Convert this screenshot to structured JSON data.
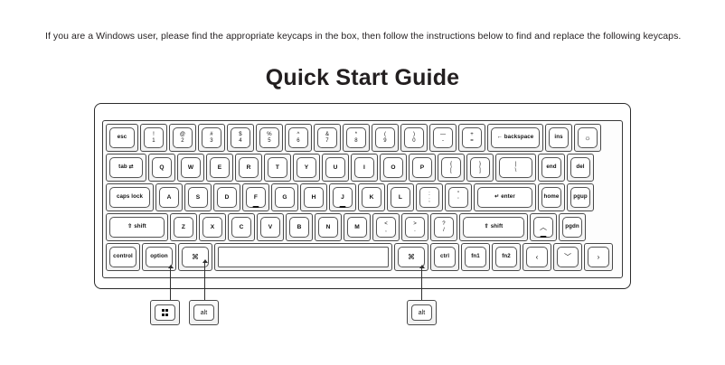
{
  "instruction": "If you are a Windows user, please  find the appropriate keycaps in the box, then follow the instructions below to find and replace the following keycaps.",
  "title": "Quick Start Guide",
  "keyboard": {
    "rows": [
      {
        "name": "number-row",
        "keys": [
          {
            "name": "esc",
            "type": "word",
            "label": "esc",
            "w": 36
          },
          {
            "name": "1",
            "type": "two",
            "upper": "!",
            "lower": "1",
            "w": 30
          },
          {
            "name": "2",
            "type": "two",
            "upper": "@",
            "lower": "2",
            "w": 30
          },
          {
            "name": "3",
            "type": "two",
            "upper": "#",
            "lower": "3",
            "w": 30
          },
          {
            "name": "4",
            "type": "two",
            "upper": "$",
            "lower": "4",
            "w": 30
          },
          {
            "name": "5",
            "type": "two",
            "upper": "%",
            "lower": "5",
            "w": 30
          },
          {
            "name": "6",
            "type": "two",
            "upper": "^",
            "lower": "6",
            "w": 30
          },
          {
            "name": "7",
            "type": "two",
            "upper": "&",
            "lower": "7",
            "w": 30
          },
          {
            "name": "8",
            "type": "two",
            "upper": "*",
            "lower": "8",
            "w": 30
          },
          {
            "name": "9",
            "type": "two",
            "upper": "(",
            "lower": "9",
            "w": 30
          },
          {
            "name": "0",
            "type": "two",
            "upper": ")",
            "lower": "0",
            "w": 30
          },
          {
            "name": "minus",
            "type": "two",
            "upper": "—",
            "lower": "-",
            "w": 30
          },
          {
            "name": "equal",
            "type": "two",
            "upper": "+",
            "lower": "=",
            "w": 30
          },
          {
            "name": "backspace",
            "type": "word",
            "label": "← backspace",
            "w": 62
          },
          {
            "name": "ins",
            "type": "word",
            "label": "ins",
            "w": 30
          },
          {
            "name": "backlight",
            "type": "glyph",
            "label": "☼",
            "w": 30
          }
        ]
      },
      {
        "name": "tab-row",
        "keys": [
          {
            "name": "tab",
            "type": "word",
            "label": "tab ⇄",
            "w": 45
          },
          {
            "name": "q",
            "type": "single",
            "label": "Q",
            "w": 30
          },
          {
            "name": "w",
            "type": "single",
            "label": "W",
            "w": 30
          },
          {
            "name": "e",
            "type": "single",
            "label": "E",
            "w": 30
          },
          {
            "name": "r",
            "type": "single",
            "label": "R",
            "w": 30
          },
          {
            "name": "t",
            "type": "single",
            "label": "T",
            "w": 30
          },
          {
            "name": "y",
            "type": "single",
            "label": "Y",
            "w": 30
          },
          {
            "name": "u",
            "type": "single",
            "label": "U",
            "w": 30
          },
          {
            "name": "i",
            "type": "single",
            "label": "I",
            "w": 30
          },
          {
            "name": "o",
            "type": "single",
            "label": "O",
            "w": 30
          },
          {
            "name": "p",
            "type": "single",
            "label": "P",
            "w": 30
          },
          {
            "name": "bracket-left",
            "type": "two",
            "upper": "{",
            "lower": "[",
            "w": 30
          },
          {
            "name": "bracket-right",
            "type": "two",
            "upper": "}",
            "lower": "]",
            "w": 30
          },
          {
            "name": "backslash",
            "type": "two",
            "upper": "|",
            "lower": "\\",
            "w": 45
          },
          {
            "name": "end",
            "type": "word",
            "label": "end",
            "w": 30
          },
          {
            "name": "del",
            "type": "word",
            "label": "del",
            "w": 30
          }
        ]
      },
      {
        "name": "home-row",
        "keys": [
          {
            "name": "caps-lock",
            "type": "word",
            "label": "caps lock",
            "w": 53
          },
          {
            "name": "a",
            "type": "single",
            "label": "A",
            "w": 30
          },
          {
            "name": "s",
            "type": "single",
            "label": "S",
            "w": 30
          },
          {
            "name": "d",
            "type": "single",
            "label": "D",
            "w": 30
          },
          {
            "name": "f",
            "type": "single",
            "label": "F",
            "w": 30,
            "homing": true
          },
          {
            "name": "g",
            "type": "single",
            "label": "G",
            "w": 30
          },
          {
            "name": "h",
            "type": "single",
            "label": "H",
            "w": 30
          },
          {
            "name": "j",
            "type": "single",
            "label": "J",
            "w": 30,
            "homing": true
          },
          {
            "name": "k",
            "type": "single",
            "label": "K",
            "w": 30
          },
          {
            "name": "l",
            "type": "single",
            "label": "L",
            "w": 30
          },
          {
            "name": "semicolon",
            "type": "two",
            "upper": ":",
            "lower": ";",
            "w": 30
          },
          {
            "name": "quote",
            "type": "two",
            "upper": "\"",
            "lower": "'",
            "w": 30
          },
          {
            "name": "enter",
            "type": "word",
            "label": "↵ enter",
            "w": 69
          },
          {
            "name": "home",
            "type": "word",
            "label": "home",
            "w": 30
          },
          {
            "name": "pgup",
            "type": "word",
            "label": "pgup",
            "w": 30
          }
        ]
      },
      {
        "name": "shift-row",
        "keys": [
          {
            "name": "shift-left",
            "type": "word",
            "label": "⇧ shift",
            "w": 69
          },
          {
            "name": "z",
            "type": "single",
            "label": "Z",
            "w": 30
          },
          {
            "name": "x",
            "type": "single",
            "label": "X",
            "w": 30
          },
          {
            "name": "c",
            "type": "single",
            "label": "C",
            "w": 30
          },
          {
            "name": "v",
            "type": "single",
            "label": "V",
            "w": 30
          },
          {
            "name": "b",
            "type": "single",
            "label": "B",
            "w": 30
          },
          {
            "name": "n",
            "type": "single",
            "label": "N",
            "w": 30
          },
          {
            "name": "m",
            "type": "single",
            "label": "M",
            "w": 30
          },
          {
            "name": "comma",
            "type": "two",
            "upper": "<",
            "lower": ",",
            "w": 30
          },
          {
            "name": "period",
            "type": "two",
            "upper": ">",
            "lower": ".",
            "w": 30
          },
          {
            "name": "slash",
            "type": "two",
            "upper": "?",
            "lower": "/",
            "w": 30
          },
          {
            "name": "shift-right",
            "type": "word",
            "label": "⇧ shift",
            "w": 76
          },
          {
            "name": "arrow-up",
            "type": "glyph",
            "label": "︿",
            "w": 30,
            "homing": true
          },
          {
            "name": "pgdn",
            "type": "word",
            "label": "pgdn",
            "w": 30
          }
        ]
      },
      {
        "name": "bottom-row",
        "keys": [
          {
            "name": "control",
            "type": "word",
            "label": "control",
            "w": 38
          },
          {
            "name": "option-left",
            "type": "word",
            "label": "option",
            "w": 38
          },
          {
            "name": "command-left",
            "type": "glyph",
            "label": "⌘",
            "w": 38
          },
          {
            "name": "space",
            "type": "space",
            "label": "",
            "w": 197
          },
          {
            "name": "command-right",
            "type": "glyph",
            "label": "⌘",
            "w": 38
          },
          {
            "name": "ctrl-right",
            "type": "word",
            "label": "ctrl",
            "w": 32
          },
          {
            "name": "fn1",
            "type": "word",
            "label": "fn1",
            "w": 32
          },
          {
            "name": "fn2",
            "type": "word",
            "label": "fn2",
            "w": 32
          },
          {
            "name": "arrow-left",
            "type": "glyph",
            "label": "‹",
            "w": 32
          },
          {
            "name": "arrow-down",
            "type": "glyph",
            "label": "﹀",
            "w": 32
          },
          {
            "name": "arrow-right",
            "type": "glyph",
            "label": "›",
            "w": 32
          }
        ]
      }
    ]
  },
  "spares": [
    {
      "name": "spare-windows-key",
      "type": "winicon",
      "label": ""
    },
    {
      "name": "spare-alt-left",
      "type": "word",
      "label": "alt"
    },
    {
      "name": "spare-alt-right",
      "type": "word",
      "label": "alt"
    }
  ]
}
